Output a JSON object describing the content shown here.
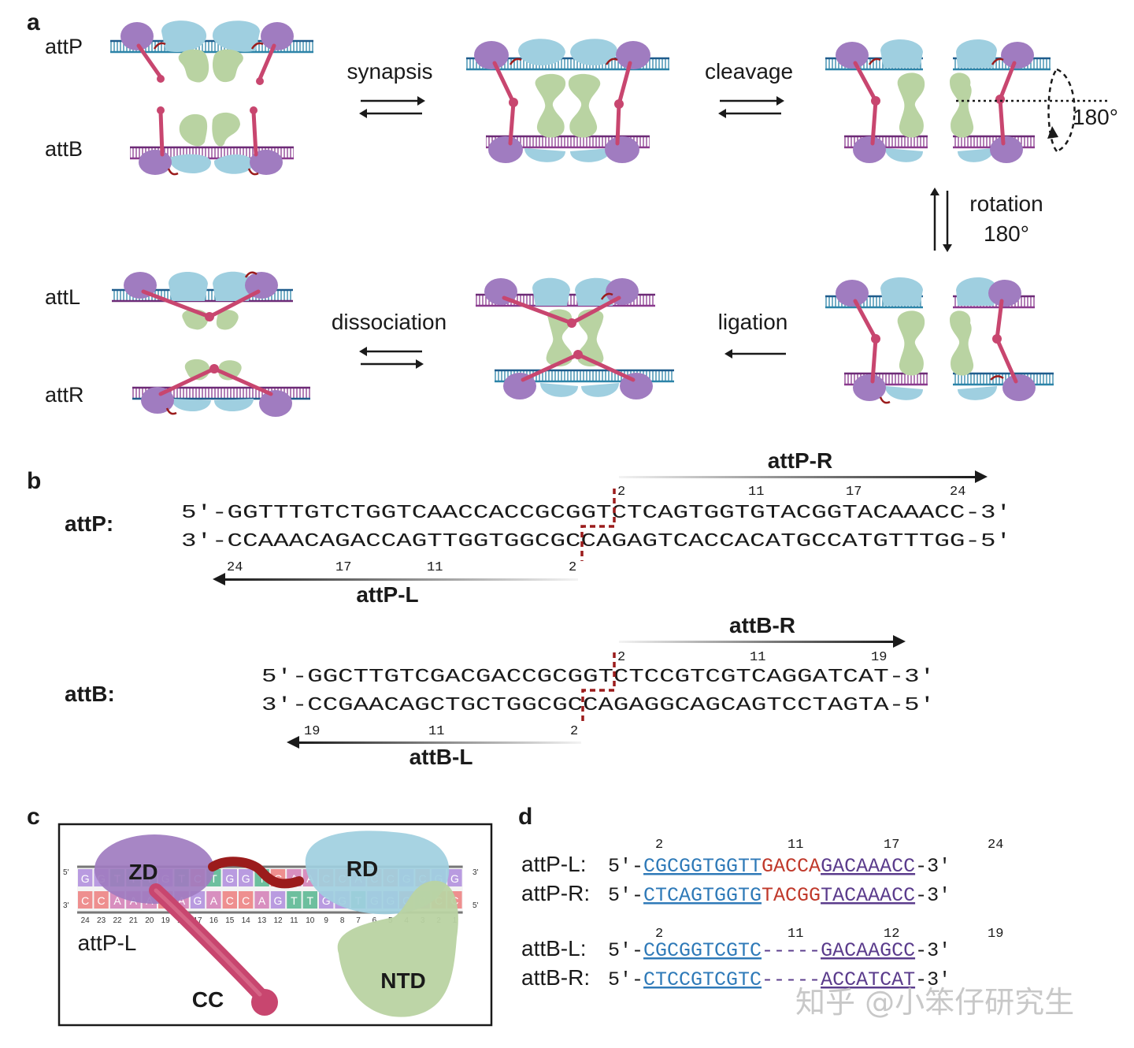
{
  "panel_a": {
    "letter": "a",
    "sites_left_top": [
      "attP",
      "attB"
    ],
    "sites_left_bottom": [
      "attL",
      "attR"
    ],
    "steps": {
      "synapsis": "synapsis",
      "cleavage": "cleavage",
      "rotation_line1": "rotation",
      "rotation_line2": "180°",
      "rotation_marker": "180°",
      "ligation": "ligation",
      "dissociation": "dissociation"
    }
  },
  "panel_b": {
    "letter": "b",
    "attP": {
      "label": "attP:",
      "top": "5'-GGTTTGTCTGGTCAACCACCGCGGTCTCAGTGGTGTACGGTACAAACC-3'",
      "bottom": "3'-CCAAACAGACCAGTTGGTGGCGCCAGAGTCACCACATGCCATGTTTGG-5'",
      "right_arm": "attP-R",
      "left_arm": "attP-L",
      "top_numbers": [
        "2",
        "11",
        "17",
        "24"
      ],
      "bottom_numbers": [
        "24",
        "17",
        "11",
        "2"
      ]
    },
    "attB": {
      "label": "attB:",
      "top": "5'-GGCTTGTCGACGACCGCGGTCTCCGTCGTCAGGATCAT-3'",
      "bottom": "3'-CCGAACAGCTGCTGGCGCCAGAGGCAGCAGTCCTAGTA-5'",
      "right_arm": "attB-R",
      "left_arm": "attB-L",
      "top_numbers": [
        "2",
        "11",
        "19"
      ],
      "bottom_numbers": [
        "19",
        "11",
        "2"
      ]
    }
  },
  "panel_c": {
    "letter": "c",
    "domains": [
      "ZD",
      "RD",
      "NTD",
      "CC"
    ],
    "site": "attP-L",
    "top_bases": [
      "G",
      "G",
      "T",
      "T",
      "T",
      "G",
      "T",
      "C",
      "T",
      "G",
      "G",
      "T",
      "C",
      "A",
      "A",
      "C",
      "C",
      "A",
      "C",
      "C",
      "G",
      "C",
      "G",
      "G"
    ],
    "bottom_bases": [
      "C",
      "C",
      "A",
      "A",
      "A",
      "C",
      "A",
      "G",
      "A",
      "C",
      "C",
      "A",
      "G",
      "T",
      "T",
      "G",
      "G",
      "T",
      "G",
      "G",
      "C",
      "G",
      "C",
      "C"
    ],
    "positions": [
      "24",
      "23",
      "22",
      "21",
      "20",
      "19",
      "18",
      "17",
      "16",
      "15",
      "14",
      "13",
      "12",
      "11",
      "10",
      "9",
      "8",
      "7",
      "6",
      "5",
      "4",
      "3",
      "2",
      "1"
    ],
    "end_top_left": "5'",
    "end_top_right": "3'",
    "end_bottom_left": "3'",
    "end_bottom_right": "5'"
  },
  "panel_d": {
    "letter": "d",
    "rows": [
      {
        "label": "attP-L:",
        "prefix": "5'-",
        "blue": "CGCGGTGGTT",
        "red": "GACCA",
        "dash": "",
        "purple": "GACAAACC",
        "suffix": "-3'"
      },
      {
        "label": "attP-R:",
        "prefix": "5'-",
        "blue": "CTCAGTGGTG",
        "red": "TACGG",
        "dash": "",
        "purple": "TACAAACC",
        "suffix": "-3'"
      },
      {
        "label": "attB-L:",
        "prefix": "5'-",
        "blue": "CGCGGTCGTC",
        "red": "",
        "dash": "-----",
        "purple": "GACAAGCC",
        "suffix": "-3'"
      },
      {
        "label": "attB-R:",
        "prefix": "5'-",
        "blue": "CTCCGTCGTC",
        "red": "",
        "dash": "-----",
        "purple": "ACCATCAT",
        "suffix": "-3'"
      }
    ],
    "numbers_top": [
      "2",
      "11",
      "17",
      "24"
    ],
    "numbers_bottom": [
      "2",
      "11",
      "12",
      "19"
    ]
  },
  "watermark": "知乎 @小笨仔研究生",
  "colors": {
    "purple_domain": "#a07cc0",
    "blue_domain": "#9fcfe0",
    "green_domain": "#b9d3a2",
    "pink_arm": "#c8466f",
    "dark_red": "#9b1c1c",
    "seq_blue": "#2f7ab8",
    "seq_red": "#c0392b",
    "seq_purple": "#5b3c8c",
    "dna_blue": "#2c84a8",
    "dna_purple": "#6d2b77"
  }
}
